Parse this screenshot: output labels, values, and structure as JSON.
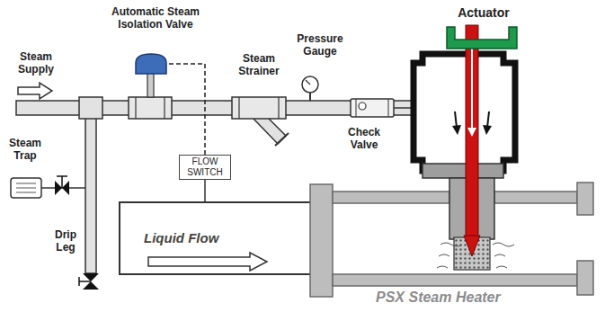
{
  "diagram": {
    "nodes": [
      {
        "text": [
          "FLOW SWITCH"
        ]
      }
    ],
    "labels": [
      "Automatic Steam Isolation Valve",
      "Actuator",
      "Steam Supply",
      "Pressure Gauge",
      "Steam Strainer",
      "Steam Trap",
      "Check Valve",
      "Drip Leg",
      "Liquid Flow",
      "PSX Steam Heater"
    ]
  }
}
